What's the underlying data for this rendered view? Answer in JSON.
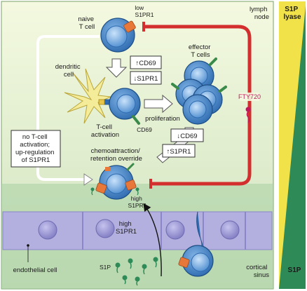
{
  "labels": {
    "lymph_node": [
      "lymph",
      "node"
    ],
    "naive_t_cell": [
      "naive",
      "T cell"
    ],
    "low_s1pr1": [
      "low",
      "S1PR1"
    ],
    "effector_t_cells": [
      "effector",
      "T cells"
    ],
    "dendritic_cell": [
      "dendritic",
      "cell"
    ],
    "up_cd69": "↑CD69",
    "down_s1pr1": "↓S1PR1",
    "t_cell_activation": [
      "T-cell",
      "activation"
    ],
    "cd69": "CD69",
    "proliferation": "proliferation",
    "fty720": "FTY720",
    "down_cd69": "↓CD69",
    "up_s1pr1": "↑S1PR1",
    "no_activation": [
      "no T-cell",
      "activation;",
      "up-regulation",
      "of S1PR1"
    ],
    "chemoattraction": [
      "chemoattraction/",
      "retention override"
    ],
    "high_s1pr1_cell": [
      "high",
      "S1PR1"
    ],
    "high_s1pr1_endo": [
      "high",
      "S1PR1"
    ],
    "endothelial_cell": "endothelial cell",
    "s1p_small": "S1P",
    "cortical_sinus": [
      "cortical",
      "sinus"
    ],
    "s1p_lyase": [
      "S1P",
      "lyase"
    ],
    "s1p_bottom": "S1P"
  },
  "colors": {
    "node_bg_top": "#f3f8dd",
    "node_bg_bottom": "#cfe3bf",
    "cell_blue": "#2f6fb6",
    "cell_blue_light": "#9cc7ee",
    "receptor_orange": "#e8773a",
    "cd69_green": "#3a8a4a",
    "inhibit_red": "#d32f2f",
    "endothelium": "#b3b0e0",
    "endothelium_nucleus": "#8a86c9",
    "s1p_green": "#2e8b57",
    "gradient_yellow": "#f2e24a",
    "gradient_green": "#2e8b57"
  }
}
